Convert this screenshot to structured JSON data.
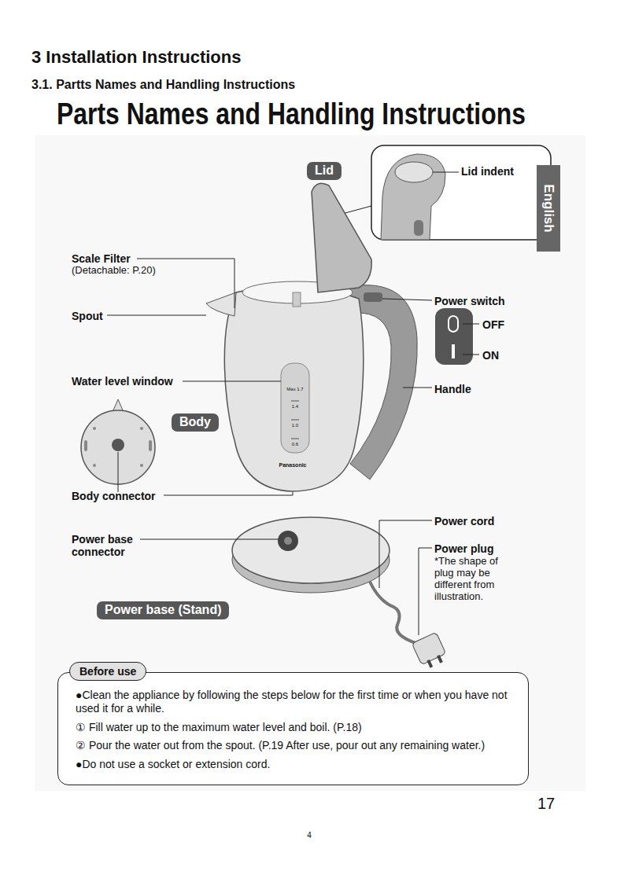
{
  "diagram": {
    "title": "Parts Names and Handling Instructions",
    "nodes": [
      {
        "text": [
          "Lid"
        ]
      },
      {
        "text": [
          "Lid indent"
        ]
      },
      {
        "text": [
          "English"
        ]
      },
      {
        "text": [
          "Body"
        ]
      },
      {
        "text": [
          "Power base (Stand)"
        ]
      },
      {
        "text": [
          "Before use",
          "●Clean the appliance by following the steps below for the first time or when you have not used it for a while.",
          "① Fill water up to the maximum water level and boil. (P.18)",
          "② Pour the water out from the spout. (P.19 After use, pour out any remaining water.)",
          "●Do not use a socket or extension cord."
        ]
      }
    ],
    "labels": [
      "3 Installation Instructions",
      "3.1. Partts Names and Handling Instructions",
      "Scale Filter",
      "(Detachable: P.20)",
      "Spout",
      "Water level window",
      "Max 1.7",
      "1.4",
      "1.0",
      "0.6",
      "Panasonic",
      "Body connector",
      "Power base connector",
      "Power switch",
      "OFF",
      "ON",
      "Handle",
      "Power cord",
      "Power plug",
      "*The shape of plug may be different from illustration.",
      "17",
      "4"
    ]
  }
}
